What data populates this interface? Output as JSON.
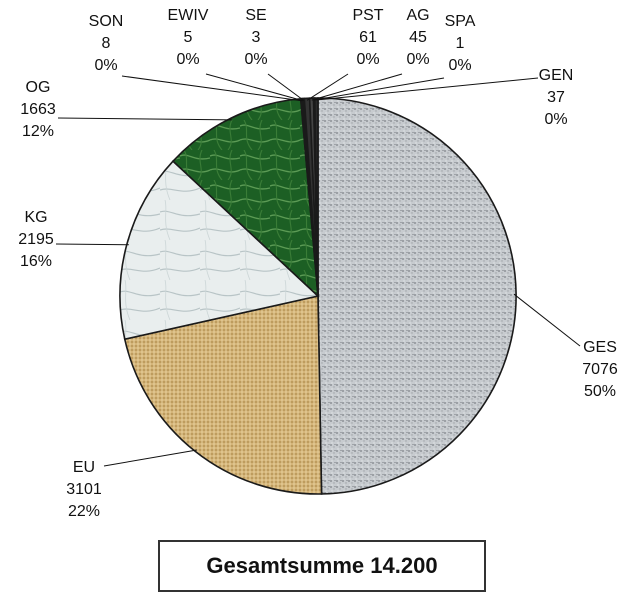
{
  "chart_data": {
    "type": "pie",
    "title": "",
    "slices": [
      {
        "label": "GES",
        "value": 7076,
        "percent": "50%",
        "color": "#c4c8cc"
      },
      {
        "label": "EU",
        "value": 3101,
        "percent": "22%",
        "color": "#d2b277"
      },
      {
        "label": "KG",
        "value": 2195,
        "percent": "16%",
        "color": "#e6eceb"
      },
      {
        "label": "OG",
        "value": 1663,
        "percent": "12%",
        "color": "#1f6a27"
      },
      {
        "label": "SON",
        "value": 8,
        "percent": "0%",
        "color": "#777777"
      },
      {
        "label": "EWIV",
        "value": 5,
        "percent": "0%",
        "color": "#555555"
      },
      {
        "label": "SE",
        "value": 3,
        "percent": "0%",
        "color": "#666666"
      },
      {
        "label": "PST",
        "value": 61,
        "percent": "0%",
        "color": "#333333"
      },
      {
        "label": "AG",
        "value": 45,
        "percent": "0%",
        "color": "#444444"
      },
      {
        "label": "SPA",
        "value": 1,
        "percent": "0%",
        "color": "#888888"
      },
      {
        "label": "GEN",
        "value": 37,
        "percent": "0%",
        "color": "#2a2a2a"
      }
    ]
  },
  "total_label": "Gesamtsumme 14.200"
}
